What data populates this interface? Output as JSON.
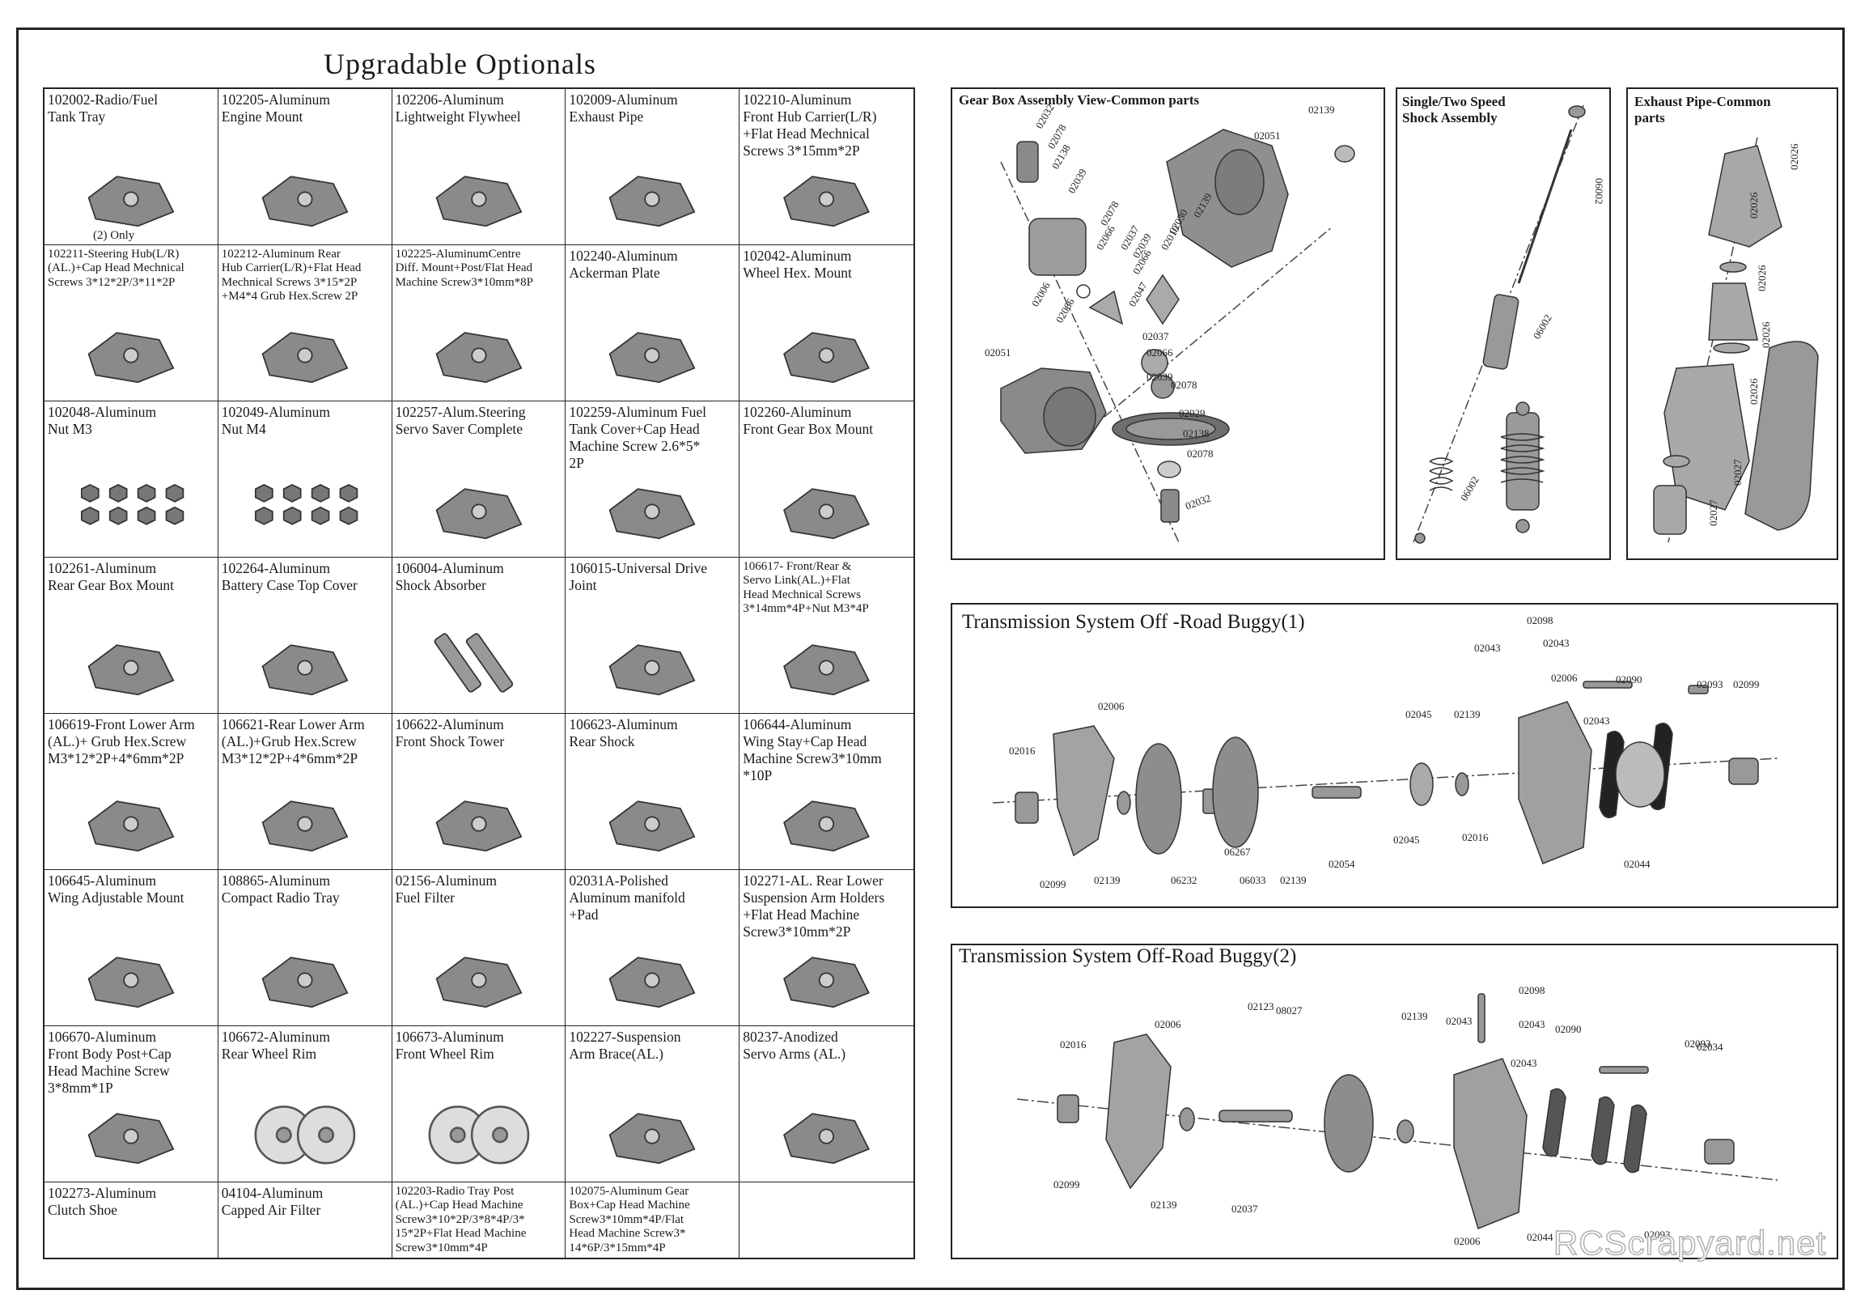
{
  "title": "Upgradable Optionals",
  "parts": [
    {
      "label": "102002-Radio/Fuel\nTank Tray",
      "note": "(2)  Only",
      "icon": "tray-part-icon"
    },
    {
      "label": "102205-Aluminum\nEngine Mount",
      "icon": "engine-mount-icon"
    },
    {
      "label": "102206-Aluminum\nLightweight Flywheel",
      "icon": "flywheel-icon"
    },
    {
      "label": "102009-Aluminum\nExhaust Pipe",
      "icon": "exhaust-pipe-icon"
    },
    {
      "label": "102210-Aluminum\nFront Hub Carrier(L/R)\n+Flat Head Mechnical\nScrews 3*15mm*2P",
      "icon": "hub-carrier-icon"
    },
    {
      "label": "102211-Steering Hub(L/R)\n(AL.)+Cap Head Mechnical\nScrews 3*12*2P/3*11*2P",
      "icon": "steering-hub-icon",
      "small": true
    },
    {
      "label": "102212-Aluminum Rear\nHub Carrier(L/R)+Flat Head\nMechnical Screws 3*15*2P\n+M4*4 Grub Hex.Screw 2P",
      "icon": "rear-hub-icon",
      "small": true
    },
    {
      "label": "102225-AluminumCentre\nDiff. Mount+Post/Flat Head\nMachine Screw3*10mm*8P",
      "icon": "diff-mount-icon",
      "small": true
    },
    {
      "label": "102240-Aluminum\nAckerman Plate",
      "icon": "ackerman-plate-icon"
    },
    {
      "label": "102042-Aluminum\nWheel Hex. Mount",
      "icon": "wheel-hex-icon"
    },
    {
      "label": "102048-Aluminum\nNut M3",
      "icon": "nut-icon"
    },
    {
      "label": "102049-Aluminum\nNut M4",
      "icon": "nut-icon"
    },
    {
      "label": "102257-Alum.Steering\nServo Saver Complete",
      "icon": "servo-saver-icon"
    },
    {
      "label": "102259-Aluminum Fuel\nTank Cover+Cap Head\nMachine  Screw 2.6*5*\n2P",
      "icon": "tank-cover-icon"
    },
    {
      "label": "102260-Aluminum\nFront Gear Box Mount",
      "icon": "gearbox-mount-icon"
    },
    {
      "label": "102261-Aluminum\nRear Gear Box Mount",
      "icon": "gearbox-mount-icon"
    },
    {
      "label": "102264-Aluminum\nBattery Case Top Cover",
      "icon": "battery-cover-icon"
    },
    {
      "label": "106004-Aluminum\nShock Absorber",
      "icon": "shock-absorber-icon"
    },
    {
      "label": "106015-Universal Drive\nJoint",
      "icon": "drive-joint-icon"
    },
    {
      "label": "106617- Front/Rear &\nServo Link(AL.)+Flat\nHead Mechnical Screws\n3*14mm*4P+Nut M3*4P",
      "icon": "servo-link-icon",
      "small": true
    },
    {
      "label": "106619-Front Lower Arm\n(AL.)+ Grub Hex.Screw\nM3*12*2P+4*6mm*2P",
      "icon": "lower-arm-icon"
    },
    {
      "label": "106621-Rear Lower Arm\n(AL.)+Grub Hex.Screw\nM3*12*2P+4*6mm*2P",
      "icon": "lower-arm-icon"
    },
    {
      "label": "106622-Aluminum\nFront Shock Tower",
      "icon": "shock-tower-icon"
    },
    {
      "label": "106623-Aluminum\nRear Shock",
      "icon": "shock-tower-icon"
    },
    {
      "label": "106644-Aluminum\nWing Stay+Cap Head\nMachine Screw3*10mm\n*10P",
      "icon": "wing-stay-icon"
    },
    {
      "label": "106645-Aluminum\nWing Adjustable Mount",
      "icon": "wing-mount-icon"
    },
    {
      "label": "108865-Aluminum\nCompact Radio Tray",
      "icon": "radio-tray-icon"
    },
    {
      "label": "02156-Aluminum\nFuel Filter",
      "icon": "fuel-filter-icon"
    },
    {
      "label": "02031A-Polished\nAluminum manifold\n+Pad",
      "icon": "manifold-icon"
    },
    {
      "label": "102271-AL. Rear Lower\nSuspension Arm Holders\n+Flat Head Machine\nScrew3*10mm*2P",
      "icon": "arm-holder-icon"
    },
    {
      "label": "106670-Aluminum\nFront Body Post+Cap\nHead Machine Screw\n3*8mm*1P",
      "icon": "body-post-icon"
    },
    {
      "label": "106672-Aluminum\nRear Wheel Rim",
      "icon": "wheel-rim-icon"
    },
    {
      "label": "106673-Aluminum\nFront Wheel Rim",
      "icon": "wheel-rim-icon"
    },
    {
      "label": "102227-Suspension\nArm Brace(AL.)",
      "icon": "arm-brace-icon"
    },
    {
      "label": "80237-Anodized\nServo Arms (AL.)",
      "icon": "servo-arm-icon"
    },
    {
      "label": "102273-Aluminum\nClutch Shoe",
      "icon": "clutch-shoe-icon"
    },
    {
      "label": "04104-Aluminum\nCapped Air Filter",
      "icon": "air-filter-icon"
    },
    {
      "label": "102203-Radio Tray Post\n(AL.)+Cap Head Machine\nScrew3*10*2P/3*8*4P/3*\n15*2P+Flat Head Machine\nScrew3*10mm*4P",
      "icon": "tray-post-icon",
      "small": true
    },
    {
      "label": "102075-Aluminum Gear\nBox+Cap Head Machine\nScrew3*10mm*4P/Flat\nHead Machine Screw3*\n14*6P/3*15mm*4P",
      "icon": "gear-box-icon",
      "small": true
    },
    {
      "label": "",
      "icon": ""
    }
  ],
  "panels": {
    "gearbox": {
      "title": "Gear Box Assembly View-Common parts",
      "callouts": [
        "02032",
        "02078",
        "02138",
        "02039",
        "02078",
        "02066",
        "02037",
        "02039",
        "02066",
        "02047",
        "02010",
        "02030",
        "02139",
        "02051",
        "02139",
        "02006",
        "02066",
        "02051",
        "02037",
        "02066",
        "02039",
        "02078",
        "02029",
        "02138",
        "02078",
        "02032"
      ]
    },
    "shock": {
      "title": "Single/Two Speed\nShock Assembly",
      "callouts": [
        "06002",
        "06002",
        "06002"
      ]
    },
    "exhaust": {
      "title": "Exhaust Pipe-Common\nparts",
      "callouts": [
        "02026",
        "02026",
        "02026",
        "02026",
        "02026",
        "02027",
        "02027"
      ]
    },
    "trans1": {
      "title": "Transmission System Off -Road Buggy(1)",
      "callouts": [
        "02098",
        "02043",
        "02043",
        "02006",
        "02090",
        "02093",
        "02099",
        "02006",
        "02045",
        "02139",
        "02043",
        "02016",
        "02099",
        "02139",
        "06232",
        "06267",
        "06033",
        "02139",
        "02054",
        "02045",
        "02016",
        "02044"
      ]
    },
    "trans2": {
      "title": "Transmission System Off-Road Buggy(2)",
      "callouts": [
        "02098",
        "02006",
        "02123",
        "08027",
        "02139",
        "02043",
        "02043",
        "02090",
        "02093",
        "02034",
        "02016",
        "02043",
        "02099",
        "02139",
        "02037",
        "02006",
        "02044",
        "02093",
        "02044",
        "02099"
      ]
    }
  },
  "watermark": "RCScrapyard.net"
}
